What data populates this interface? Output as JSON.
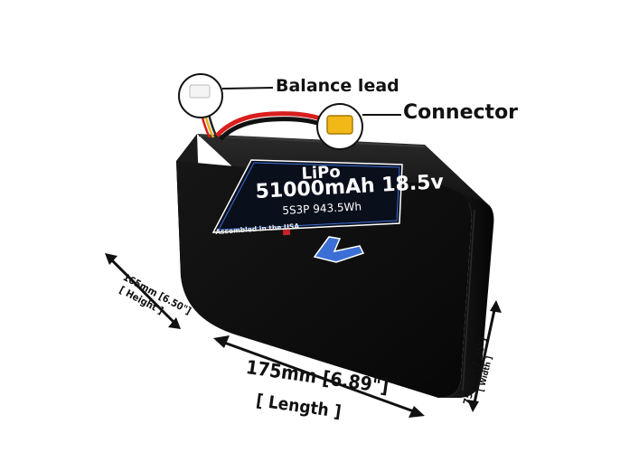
{
  "callouts": {
    "balance_lead": "Balance lead",
    "connector": "Connector"
  },
  "battery_label": {
    "chemistry": "LiPo",
    "capacity_voltage": "51000mAh 18.5v",
    "cells_energy": "5S3P 943.5Wh",
    "assembled": "Assembled in the USA"
  },
  "dimensions": {
    "length": "175mm [6.89\"]",
    "length_caption": "[ Length ]",
    "height": "165mm [6.50\"]",
    "height_caption": "[ Height ]",
    "width": "75mm [2.95\"]",
    "width_caption": "[ Width ]"
  },
  "colors": {
    "battery_body": "#0b0b0b",
    "label_border": "#3b6fd6",
    "connector": "#f2b818",
    "wire_red": "#d81e1e"
  }
}
